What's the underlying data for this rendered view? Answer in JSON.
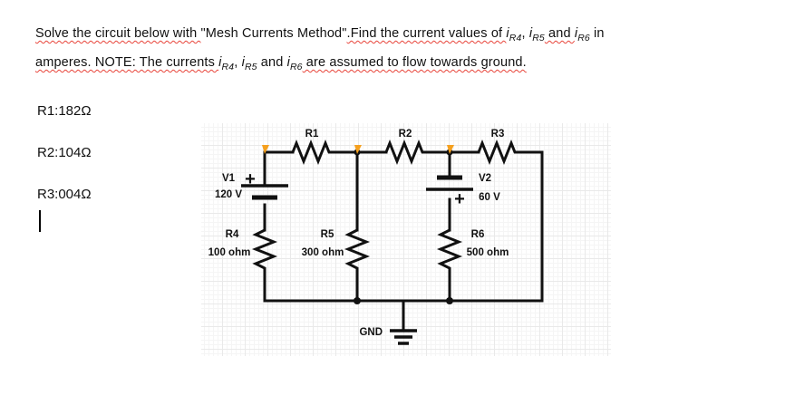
{
  "problem": {
    "line1_a": "Solve the circuit below with ",
    "line1_quote": "\"Mesh Currents Method\"",
    "line1_b": ".Find the current values of ",
    "line1_i1": "i",
    "line1_i1_sub": "R4",
    "line1_sep1": ", ",
    "line1_i2": "i",
    "line1_i2_sub": "R5",
    "line1_sep2": " and ",
    "line1_i3": "i",
    "line1_i3_sub": "R6",
    "line1_c": " in",
    "line2_a": "amperes. NOTE: The currents  ",
    "line2_i1": "i",
    "line2_i1_sub": "R4",
    "line2_sep1": ", ",
    "line2_i2": "i",
    "line2_i2_sub": "R5",
    "line2_sep2": " and ",
    "line2_i3": "i",
    "line2_i3_sub": "R6",
    "line2_b": " are assumed to flow towards ground."
  },
  "given_values": [
    "R1:182Ω",
    "R2:104Ω",
    "R3:004Ω"
  ],
  "circuit": {
    "components": {
      "r1_label": "R1",
      "r2_label": "R2",
      "r3_label": "R3",
      "r4_label": "R4",
      "r4_value": "100 ohm",
      "r5_label": "R5",
      "r5_value": "300 ohm",
      "r6_label": "R6",
      "r6_value": "500 ohm",
      "v1_label": "V1",
      "v1_value": "120 V",
      "v1_polarity": "+",
      "v2_label": "V2",
      "v2_value": "60 V",
      "v2_polarity": "+",
      "gnd_label": "GND"
    },
    "colors": {
      "wire": "#111111",
      "node_marker": "#f5a01e",
      "grid_minor": "#f5f5f5",
      "grid_major": "#e9e9e9"
    }
  }
}
